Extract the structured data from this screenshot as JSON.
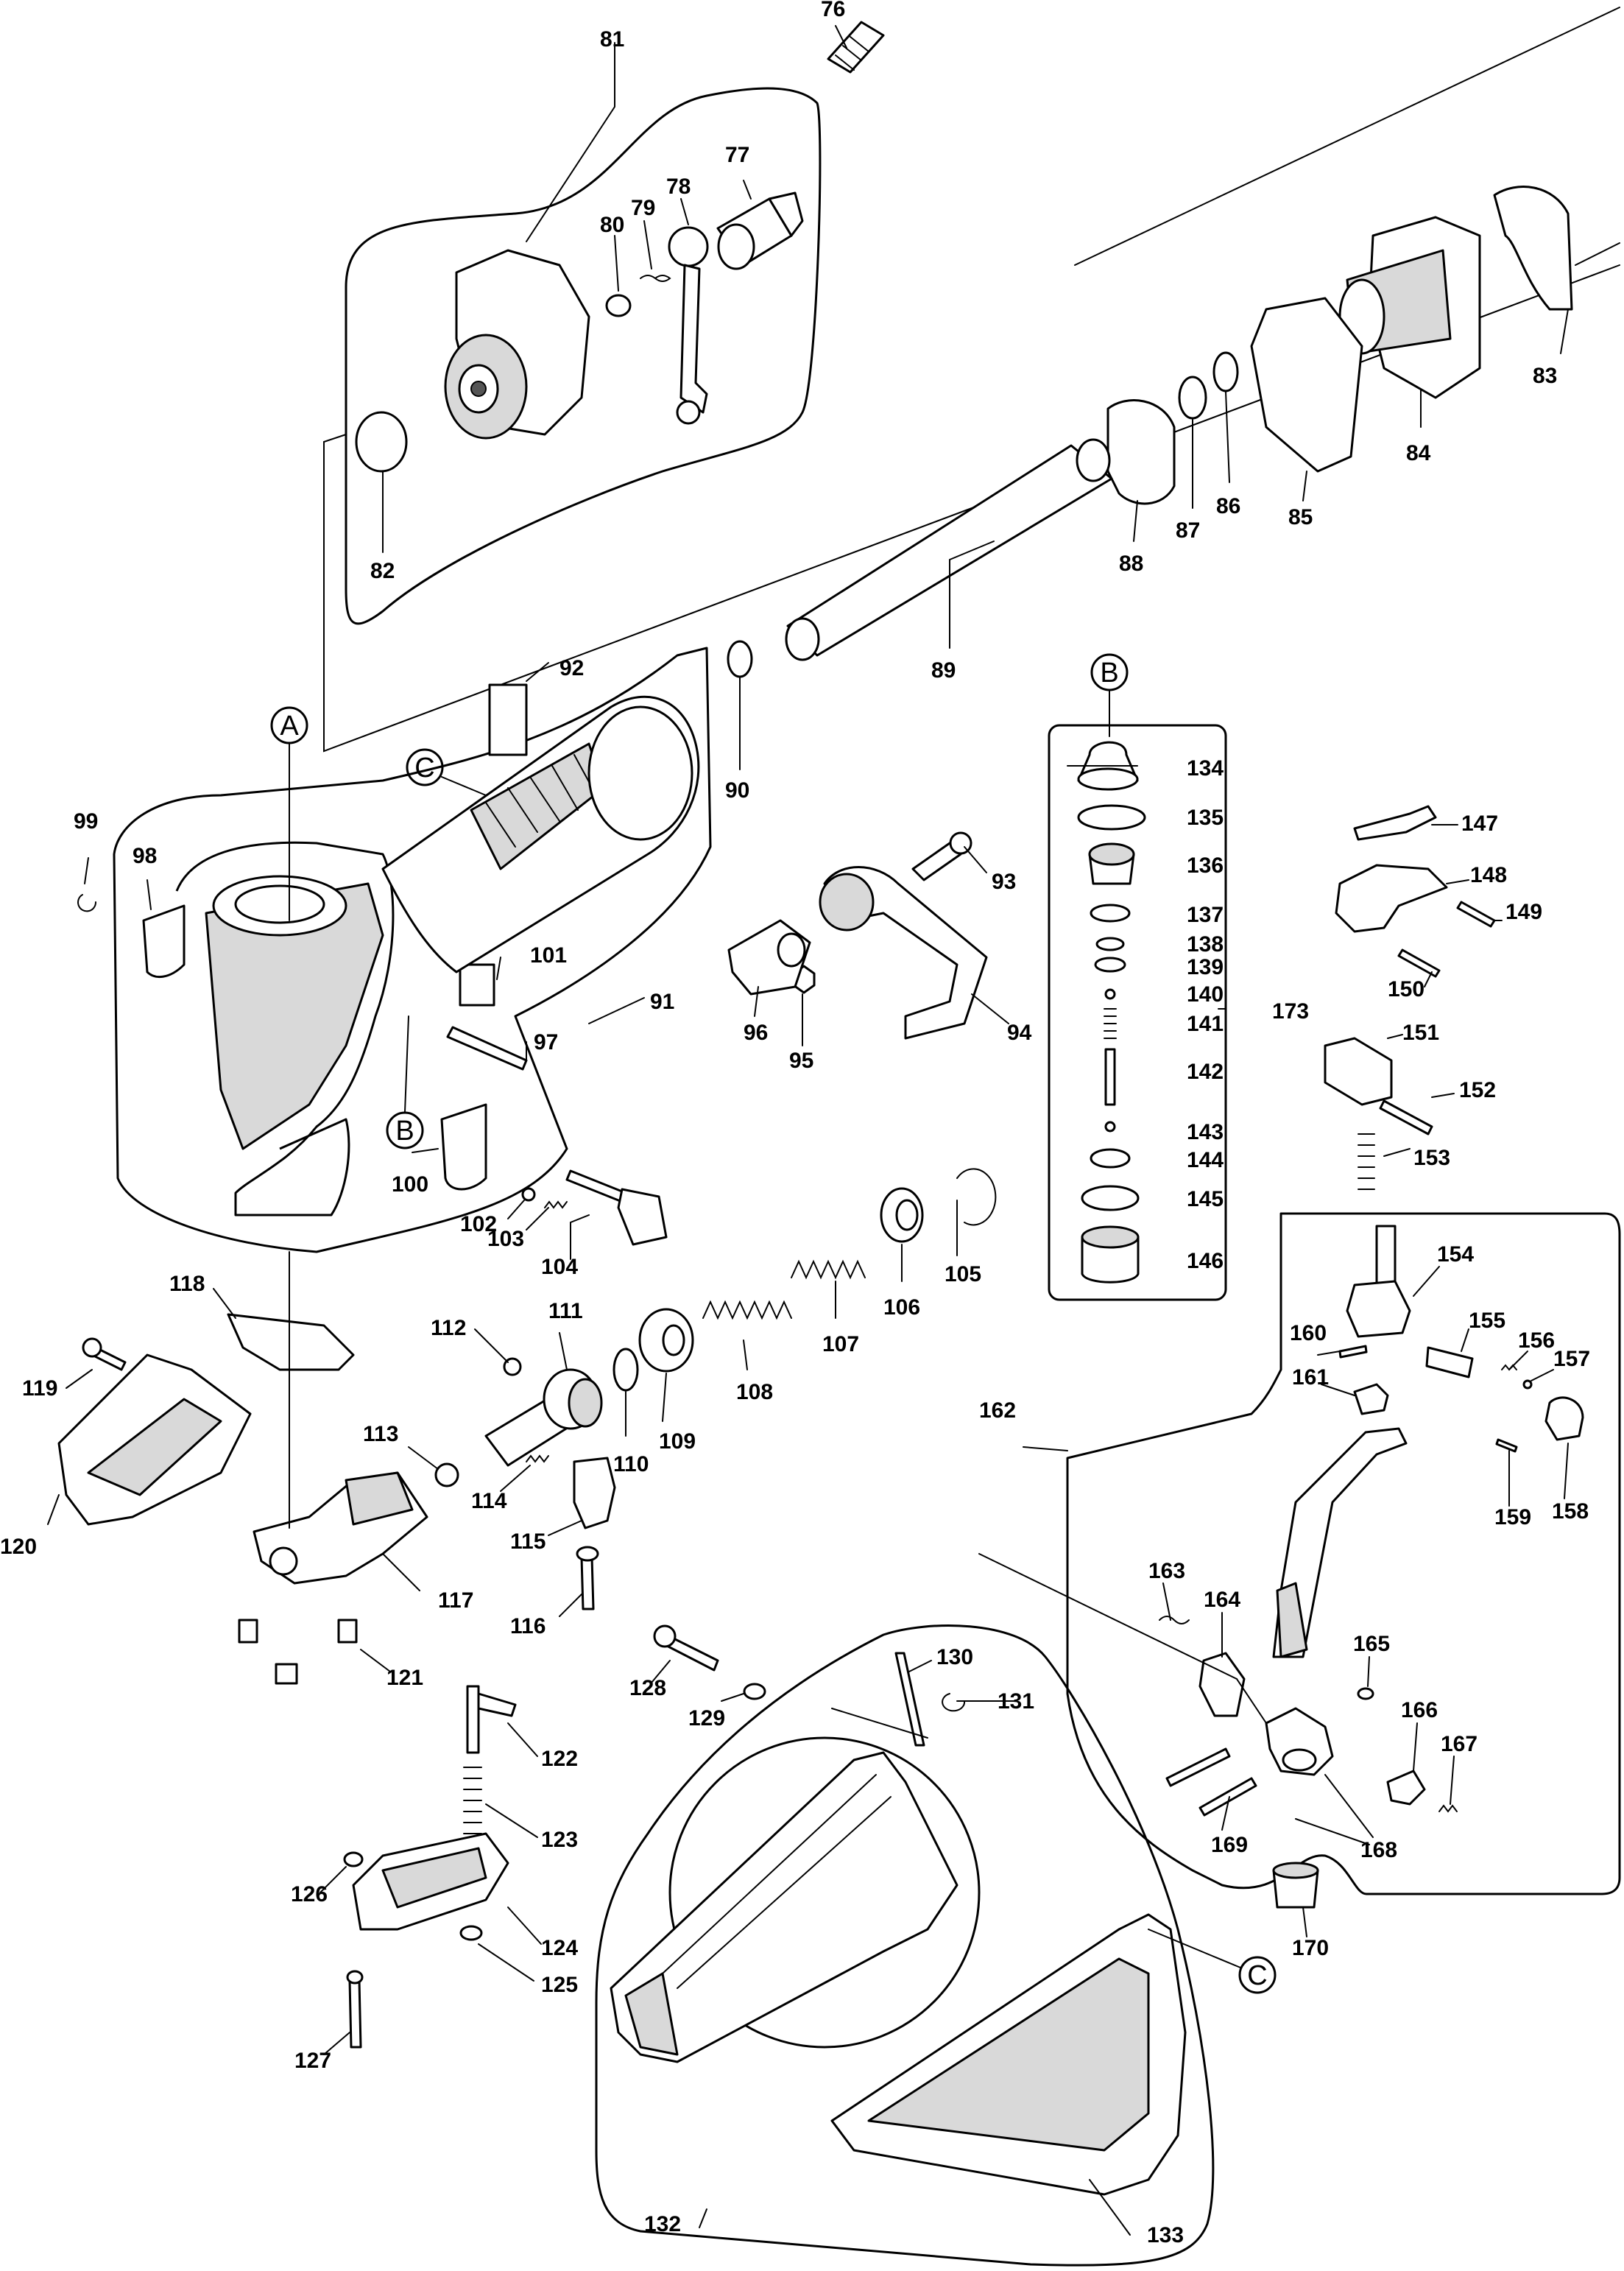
{
  "diagram": {
    "callouts": {
      "A": "A",
      "B_housing": "B",
      "B_valve": "B",
      "C_handle": "C",
      "C_guard": "C"
    },
    "part_labels": [
      "76",
      "77",
      "78",
      "79",
      "80",
      "81",
      "82",
      "83",
      "84",
      "85",
      "86",
      "87",
      "88",
      "89",
      "90",
      "91",
      "92",
      "93",
      "94",
      "95",
      "96",
      "97",
      "98",
      "99",
      "100",
      "101",
      "102",
      "103",
      "104",
      "105",
      "106",
      "107",
      "108",
      "109",
      "110",
      "111",
      "112",
      "113",
      "114",
      "115",
      "116",
      "117",
      "118",
      "119",
      "120",
      "121",
      "122",
      "123",
      "124",
      "125",
      "126",
      "127",
      "128",
      "129",
      "130",
      "131",
      "132",
      "133",
      "134",
      "135",
      "136",
      "137",
      "138",
      "139",
      "140",
      "141",
      "142",
      "143",
      "144",
      "145",
      "146",
      "147",
      "148",
      "149",
      "150",
      "151",
      "152",
      "153",
      "154",
      "155",
      "156",
      "157",
      "158",
      "159",
      "160",
      "161",
      "162",
      "163",
      "164",
      "165",
      "166",
      "167",
      "168",
      "169",
      "170",
      "173"
    ]
  }
}
